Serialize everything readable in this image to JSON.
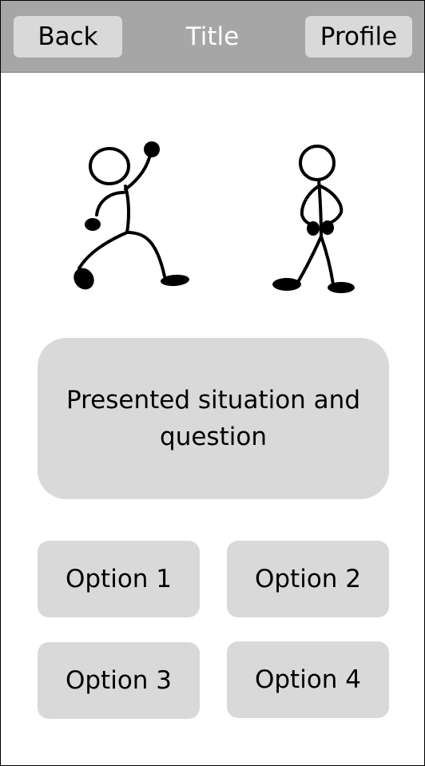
{
  "header": {
    "back_label": "Back",
    "title": "Title",
    "profile_label": "Profile"
  },
  "illustration": {
    "figures": [
      "stick-figure-attacking",
      "stick-figure-standing"
    ]
  },
  "question": {
    "text": "Presented situation and question"
  },
  "options": [
    {
      "label": "Option 1"
    },
    {
      "label": "Option 2"
    },
    {
      "label": "Option 3"
    },
    {
      "label": "Option 4"
    }
  ],
  "colors": {
    "topbar": "#a6a6a6",
    "button": "#d9d9d9",
    "title_text": "#ffffff"
  }
}
